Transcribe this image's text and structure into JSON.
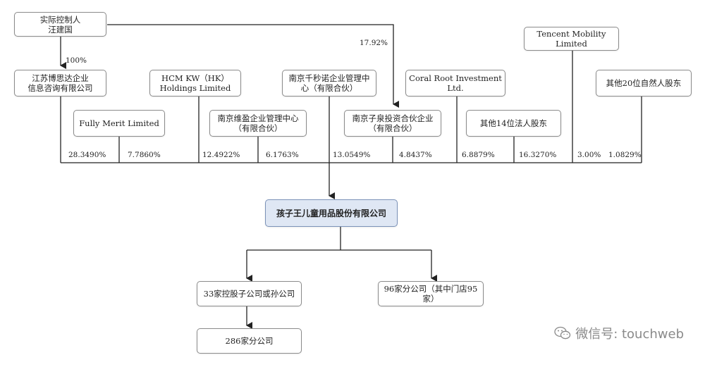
{
  "nodes": {
    "controller": "实际控制人\n汪建国",
    "jiangsu": "江苏博思达企业\n信息咨询有限公司",
    "hcm": "HCM KW（HK）\nHoldings Limited",
    "qianqiu": "南京千秒诺企业管理中\n心（有限合伙）",
    "coral": "Coral Root Investment Ltd.",
    "tencent": "Tencent Mobility Limited",
    "natural20": "其他20位自然人股东",
    "fully": "Fully Merit Limited",
    "weiying": "南京维盈企业管理中心\n（有限合伙）",
    "zihu": "南京子泉投资合伙企业\n（有限合伙）",
    "legal14": "其他14位法人股东",
    "company": "孩子王儿童用品股份有限公司",
    "sub33": "33家控股子公司或孙公司",
    "sub96": "96家分公司（其中门店95\n家）",
    "sub286": "286家分公司"
  },
  "percentages": {
    "p100": "100%",
    "p1792": "17.92%",
    "jiangsu": "28.3490%",
    "fully": "7.7860%",
    "hcm": "12.4922%",
    "weiying": "6.1763%",
    "qianqiu": "13.0549%",
    "zihu": "4.8437%",
    "coral": "6.8879%",
    "legal14": "16.3270%",
    "tencent": "3.00%",
    "natural20": "1.0829%"
  },
  "watermark": {
    "text": "微信号: touchweb",
    "icon": "wechat-icon"
  }
}
